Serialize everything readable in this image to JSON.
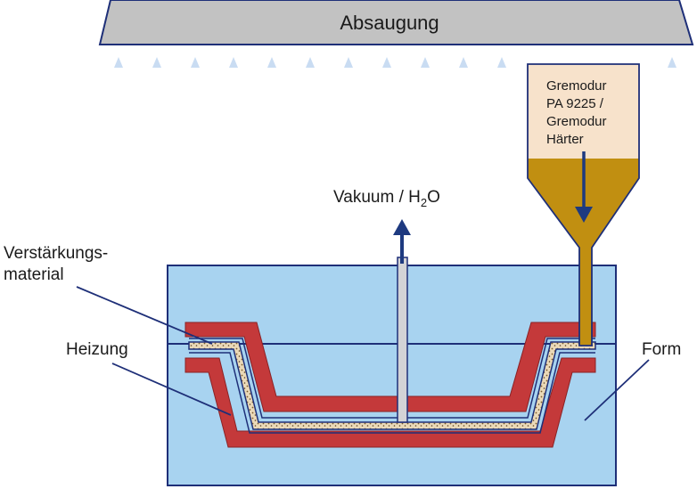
{
  "labels": {
    "exhaust": "Absaugung",
    "resin_line1": "Gremodur",
    "resin_line2": "PA 9225 /",
    "resin_line3": "Gremodur",
    "resin_line4": "Härter",
    "vacuum_main": "Vakuum / H",
    "vacuum_sub": "2",
    "vacuum_tail": "O",
    "reinforcement_line1": "Verstärkungs-",
    "reinforcement_line2": "material",
    "heating": "Heizung",
    "mold": "Form"
  },
  "colors": {
    "mold_fill": "#a8d3f0",
    "heating": "#c4393a",
    "resin": "#c18f11",
    "resin_container_top": "#f7e2cb",
    "hood": "#c2c2c2",
    "outline": "#1e2f78",
    "reinforcement": "#e8d6b4",
    "vacuum_tube": "#d3d3d6",
    "arrow": "#1e3a80"
  },
  "icons": {
    "airflow": "up-arrow-icon",
    "flow_down": "down-arrow-icon",
    "vacuum_out": "up-arrow-icon"
  }
}
